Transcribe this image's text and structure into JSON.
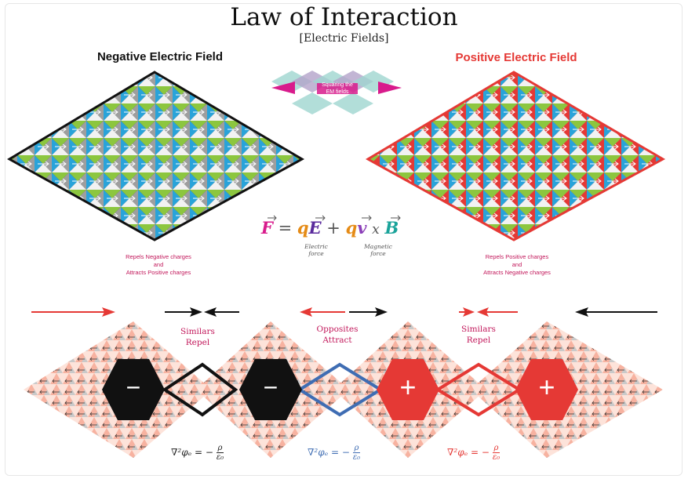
{
  "title": "Law of Interaction",
  "subtitle": "[Electric Fields]",
  "negative_field": {
    "title": "Negative Electric Field",
    "note_line1": "Repels Negative charges",
    "note_line2": "and",
    "note_line3": "Attracts Positive charges"
  },
  "positive_field": {
    "title": "Positive Electric Field",
    "note_line1": "Repels Positive charges",
    "note_line2": "and",
    "note_line3": "Attracts Negative charges"
  },
  "squaring": {
    "line1": "Squaring the",
    "line2": "EM fields"
  },
  "lorentz": {
    "F": "F",
    "eq": "=",
    "qE_q": "q",
    "qE_E": "E",
    "plus": "+",
    "qv_q": "q",
    "qv_v": "v",
    "x": "x",
    "B": "B",
    "electric_1": "Electric",
    "electric_2": "force",
    "magnetic_1": "Magnetic",
    "magnetic_2": "force"
  },
  "interactions": [
    {
      "line1": "Similars",
      "line2": "Repel"
    },
    {
      "line1": "Opposites",
      "line2": "Attract"
    },
    {
      "line1": "Similars",
      "line2": "Repel"
    }
  ],
  "charges": [
    "−",
    "−",
    "+",
    "+"
  ],
  "poisson": [
    {
      "lhs": "∇²φₑ = −",
      "num": "ρ",
      "den": "ε₀"
    },
    {
      "lhs": "∇²φₑ = −",
      "num": "ρ",
      "den": "ε₀"
    },
    {
      "lhs": "∇²φₑ = −",
      "num": "ρ",
      "den": "ε₀"
    }
  ],
  "colors": {
    "negative": "#111111",
    "positive": "#e53935",
    "attract": "#3f6db3",
    "tile_cyan": "#29a3d9",
    "tile_green": "#8cc63f",
    "tile_gray": "#9e9e9e",
    "tile_white": "#f4f4f4",
    "tile_pink": "#f7b2a0",
    "magenta": "#d81b8c"
  }
}
